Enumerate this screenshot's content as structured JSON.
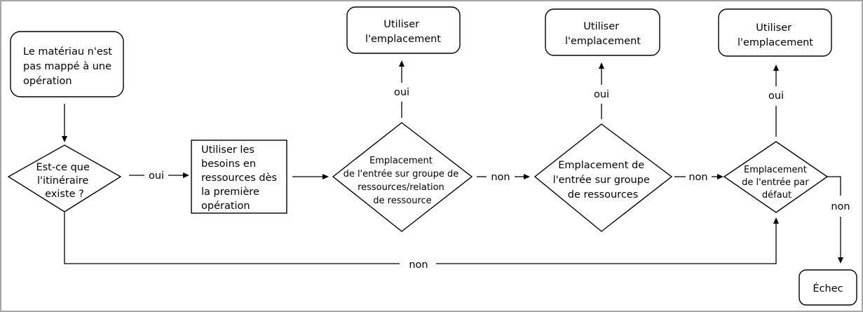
{
  "nodes": {
    "start": {
      "lines": [
        "Le matériau n'est",
        "pas mappé à une",
        "opération"
      ]
    },
    "decision_routing": {
      "lines": [
        "Est-ce que",
        "l'itinéraire",
        "existe ?"
      ]
    },
    "use_first_op": {
      "lines": [
        "Utiliser les",
        "besoins en",
        "ressources dès",
        "la première",
        "opération"
      ]
    },
    "decision_group_relation": {
      "lines": [
        "Emplacement",
        "de l'entrée sur groupe de",
        "ressources/relation",
        "de ressource"
      ]
    },
    "decision_group": {
      "lines": [
        "Emplacement de",
        "l'entrée sur groupe",
        "de ressources"
      ]
    },
    "decision_default": {
      "lines": [
        "Emplacement",
        "de l'entrée par",
        "défaut"
      ]
    },
    "use_location_1": {
      "lines": [
        "Utiliser",
        "l'emplacement"
      ]
    },
    "use_location_2": {
      "lines": [
        "Utiliser",
        "l'emplacement"
      ]
    },
    "use_location_3": {
      "lines": [
        "Utiliser",
        "l'emplacement"
      ]
    },
    "failure": {
      "lines": [
        "Échec"
      ]
    }
  },
  "edge_labels": {
    "routing_yes": "oui",
    "routing_no": "non",
    "group_relation_yes": "oui",
    "group_relation_no": "non",
    "group_yes": "oui",
    "group_no": "non",
    "default_yes": "oui",
    "default_no": "non"
  }
}
